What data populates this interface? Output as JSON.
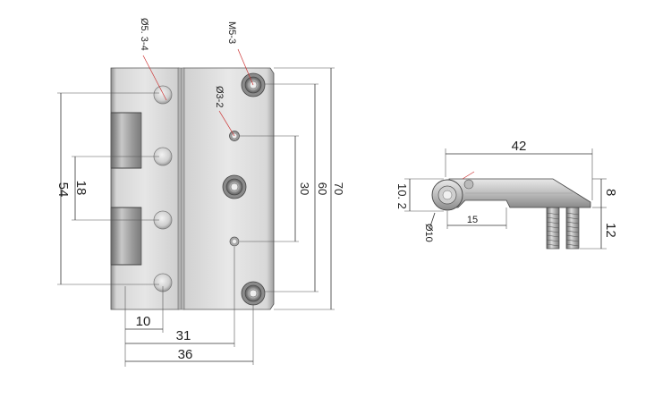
{
  "drawing": {
    "front_view": {
      "labels": {
        "hole_large": "Ø5. 3-4",
        "thread": "M5-3",
        "hole_small": "Ø3-2"
      },
      "dimensions": {
        "left_54": "54",
        "left_18": "18",
        "right_30": "30",
        "right_60": "60",
        "right_70": "70",
        "bottom_10": "10",
        "bottom_31": "31",
        "bottom_36": "36"
      }
    },
    "side_view": {
      "dimensions": {
        "top_42": "42",
        "left_10_2": "10. 2",
        "right_8": "8",
        "right_12": "12",
        "bottom_15": "15",
        "dia_10": "Ø10"
      }
    },
    "colors": {
      "metal_light": "#d9d9d9",
      "metal_mid": "#a8a8a8",
      "metal_dark": "#6e6e6e",
      "annotation_leader": "#cc3333",
      "dimension_line": "#333333"
    }
  }
}
